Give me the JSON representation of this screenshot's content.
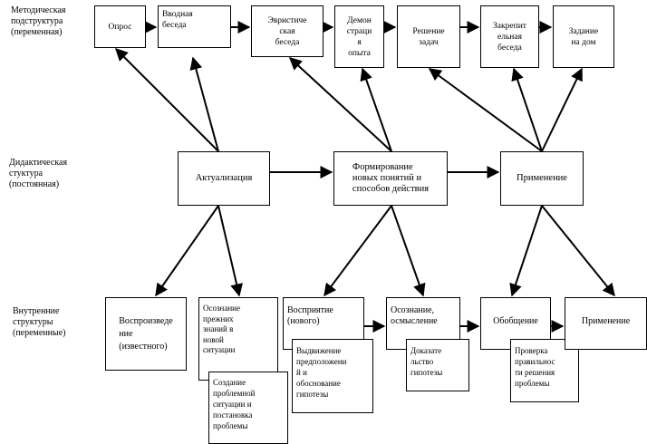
{
  "labels": {
    "method": "Методическая\nподструктура\n(переменная)",
    "didactic": "Дидактическая\nстуктура\n(постоянная)",
    "internal": "Внутренние\nструктуры\n(переменные)"
  },
  "method_boxes": {
    "opros": "Опрос",
    "vvodnaya": "Вводная\nбеседа",
    "evristich": "Эвристиче\nская\nбеседа",
    "demon": "Демон\nстраци\nя\nопыта",
    "reshenie": "Решение\nзадач",
    "zakrepit": "Закрепит\nельная\nбеседа",
    "zadanie": "Задание\nна дом"
  },
  "didactic_boxes": {
    "aktual": "Актуализация",
    "formir": "Формирование\nновых понятий и\nспособов действия",
    "primen": "Применение"
  },
  "internal_boxes": {
    "vosproiz": "Воспроизведе\nние\n(известного)",
    "osoznanie_prezh": "Осознание\nпрежних\nзнаний в\nновой\nситуации",
    "sozdanie": "Создание\nпроблемной\nситуации и\nпостановка\nпроблемы",
    "vospriyatie": "Восприятие\n(нового)",
    "vydvizhenie": "Выдвижение\nпредположени\nй и\nобоснование\nгипотезы",
    "osmyslenie": "Осознание,\nосмысление",
    "dokazat": "Доказате\nльство\nгипотезы",
    "obobshenie": "Обобщение",
    "proverka": "Проверка\nправильнос\nти решения\nпроблемы",
    "primenenie2": "Применение"
  }
}
